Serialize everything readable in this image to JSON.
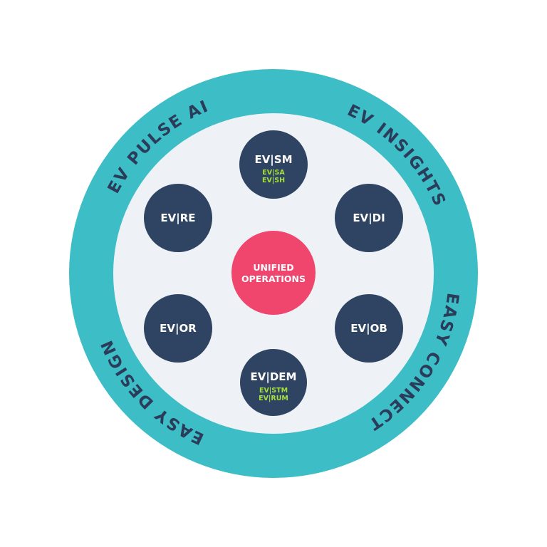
{
  "colors": {
    "ring": "#3dbec6",
    "inner": "#eef2f6",
    "node": "#2e4462",
    "center": "#f0466e",
    "ring_text": "#2b3c5a",
    "node_text": "#ffffff",
    "sub_text": "#a6e03a"
  },
  "ring_labels": [
    "EV PULSE AI",
    "EV INSIGHTS",
    "EASY CONNECT",
    "EASY DESIGN"
  ],
  "center": {
    "line1": "UNIFIED",
    "line2": "OPERATIONS"
  },
  "nodes": [
    {
      "title": "EV|SM",
      "subs": [
        "EV|SA",
        "EV|SH"
      ]
    },
    {
      "title": "EV|DI",
      "subs": []
    },
    {
      "title": "EV|OB",
      "subs": []
    },
    {
      "title": "EV|DEM",
      "subs": [
        "EV|STM",
        "EV|RUM"
      ]
    },
    {
      "title": "EV|OR",
      "subs": []
    },
    {
      "title": "EV|RE",
      "subs": []
    }
  ]
}
